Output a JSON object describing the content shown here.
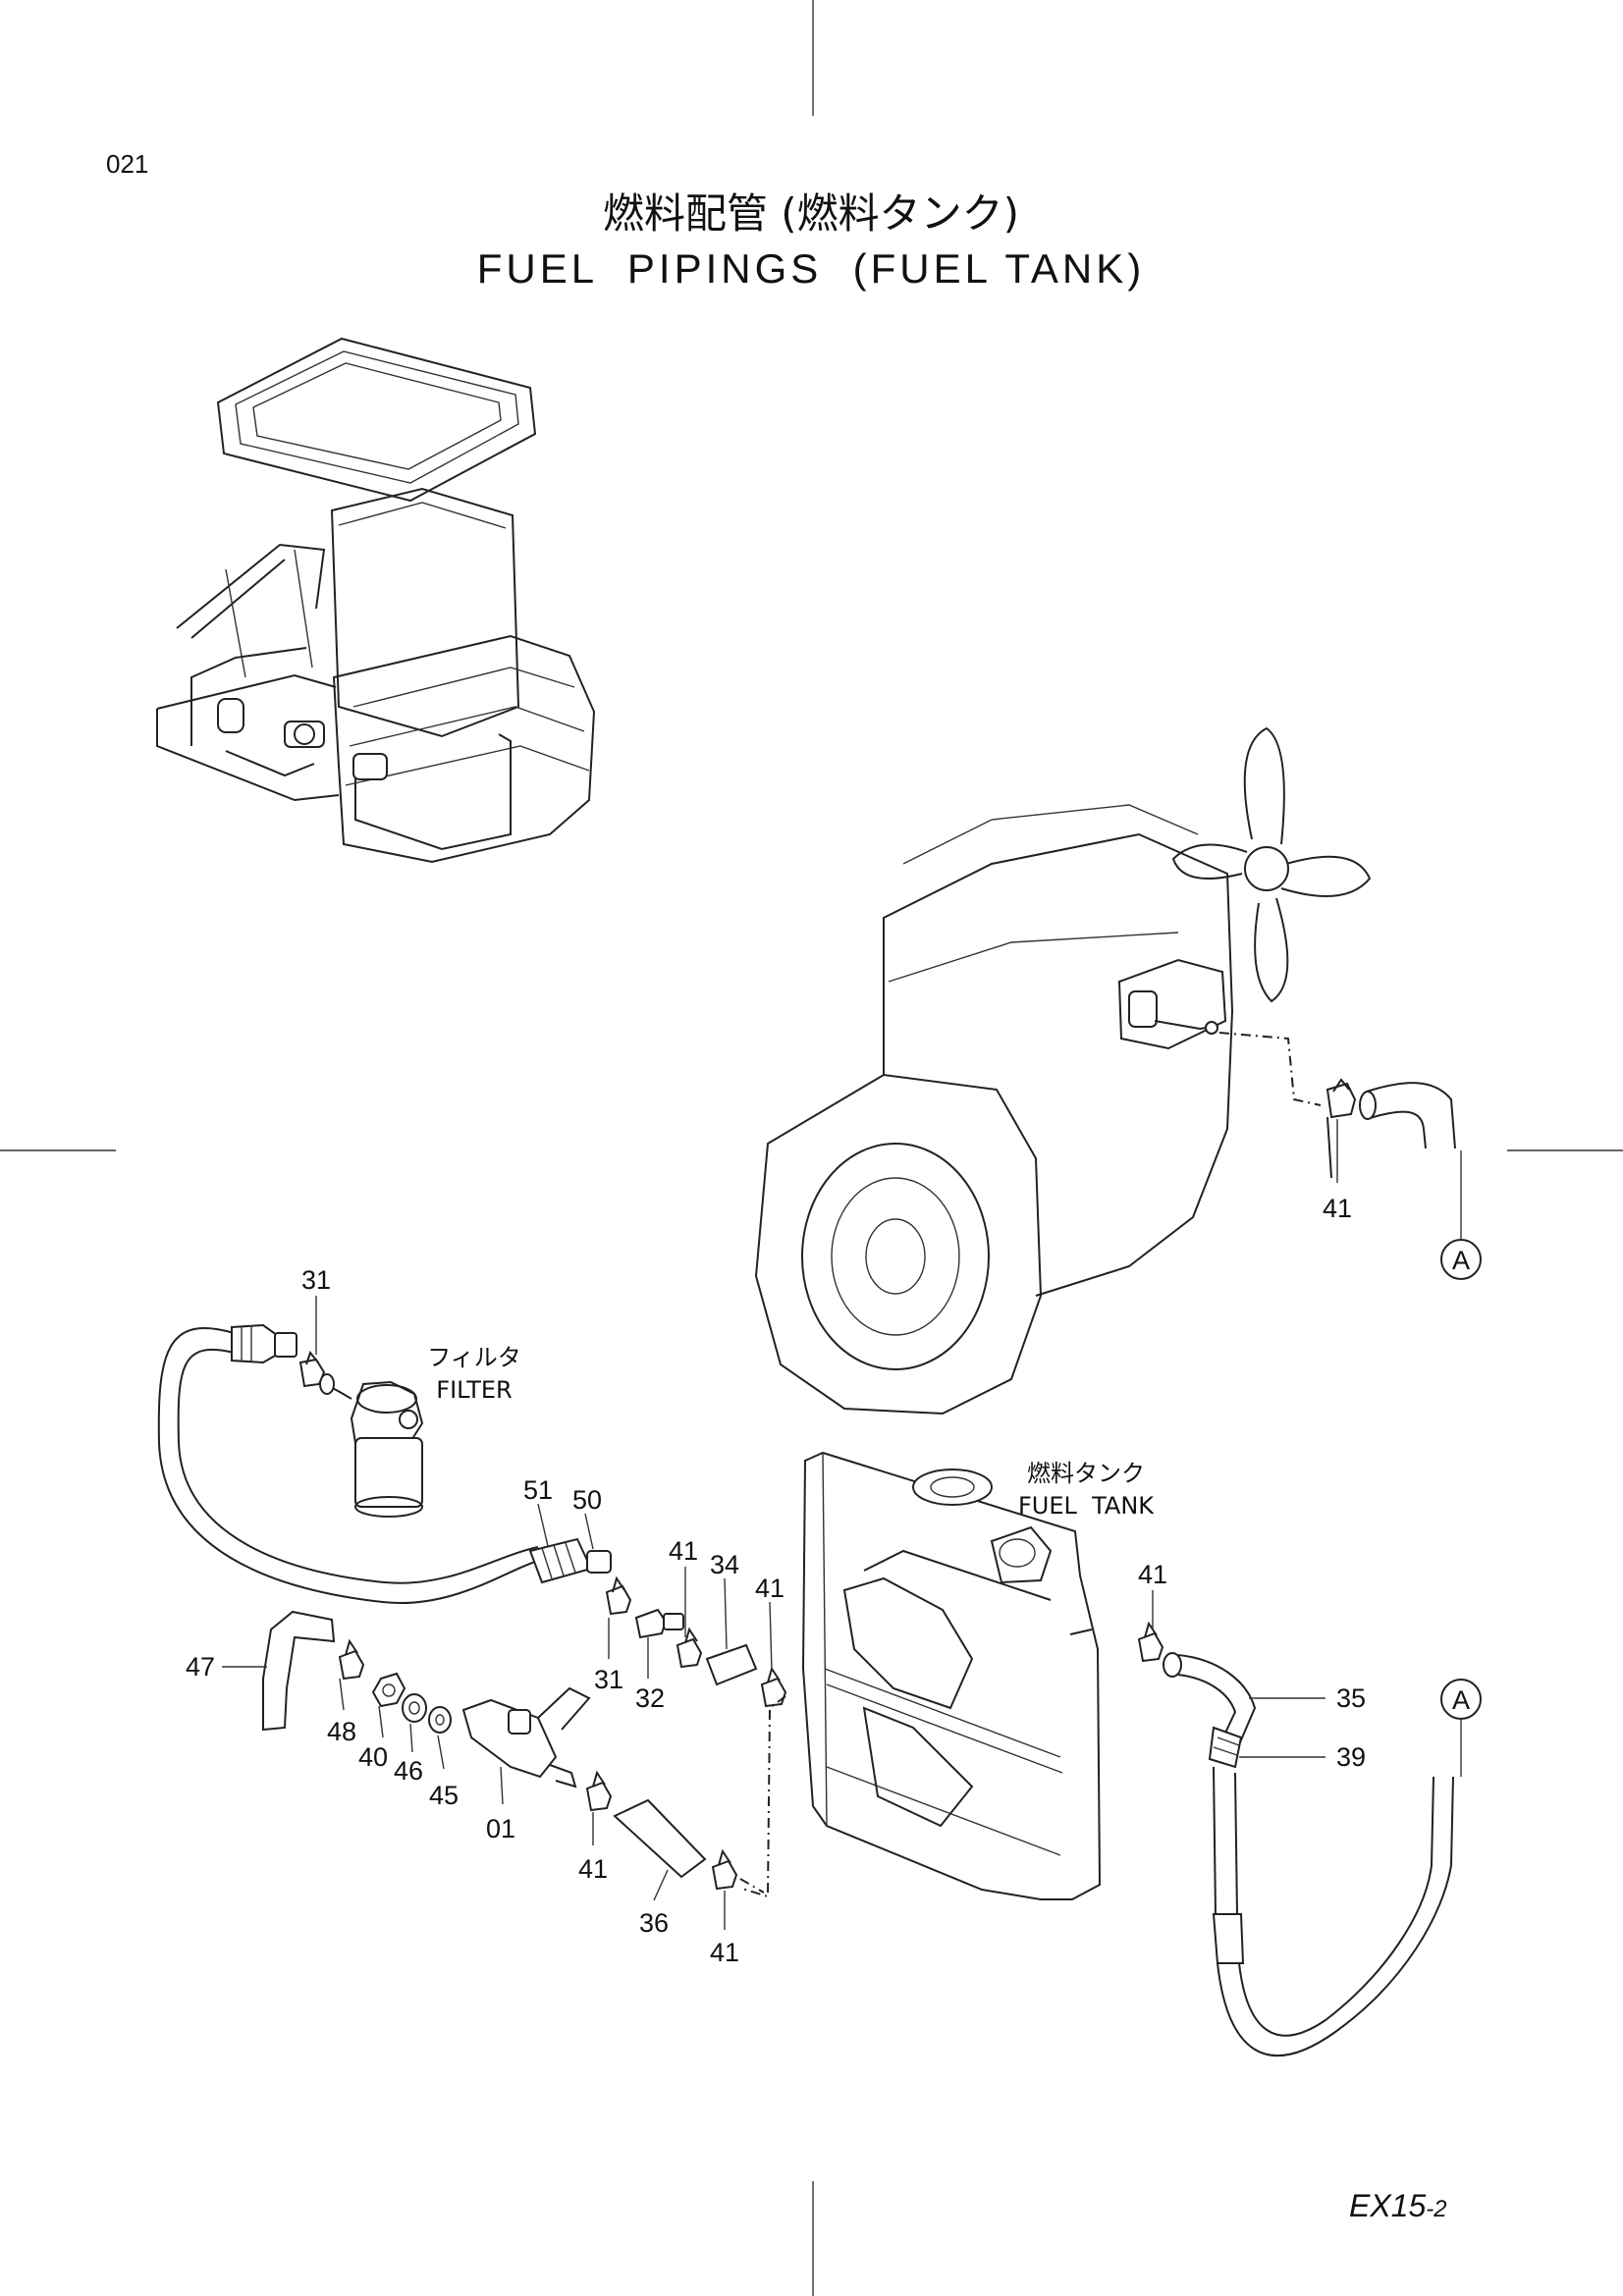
{
  "page": {
    "code": "021",
    "title_jp": "燃料配管  (燃料タンク)",
    "title_en": "FUEL  PIPINGS  (FUEL TANK)",
    "model_label": "EX15",
    "model_suffix": "-2"
  },
  "sections": {
    "filter_jp": "フィルタ",
    "filter_en": "FILTER",
    "tank_jp": "燃料タンク",
    "tank_en": "FUEL  TANK"
  },
  "connectors": {
    "a_top": "A",
    "a_right": "A"
  },
  "part_callouts": {
    "p41_engine": "41",
    "p31_top": "31",
    "p51": "51",
    "p50": "50",
    "p41_a": "41",
    "p34": "34",
    "p41_b": "41",
    "p41_tank": "41",
    "p47": "47",
    "p48": "48",
    "p40": "40",
    "p46": "46",
    "p45": "45",
    "p01": "01",
    "p31_bottom": "31",
    "p32": "32",
    "p35": "35",
    "p39": "39",
    "p41_c": "41",
    "p36": "36",
    "p41_d": "41"
  }
}
